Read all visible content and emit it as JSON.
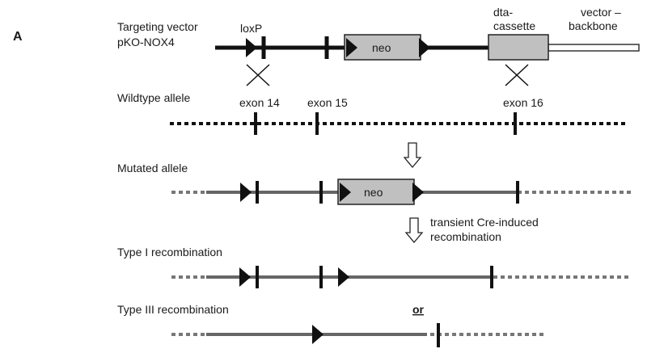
{
  "panel_label": "A",
  "targeting_vector": {
    "title_line1": "Targeting vector",
    "title_line2": "pKO-NOX4",
    "loxp_label": "loxP",
    "neo_label": "neo",
    "dta_label_line1": "dta-",
    "dta_label_line2": "cassette",
    "backbone_label_line1": "vector –",
    "backbone_label_line2": "backbone"
  },
  "wildtype": {
    "title": "Wildtype allele",
    "exon14": "exon 14",
    "exon15": "exon 15",
    "exon16": "exon 16"
  },
  "mutated": {
    "title": "Mutated allele",
    "neo_label": "neo"
  },
  "cre_step": {
    "line1": "transient Cre-induced",
    "line2": "recombination"
  },
  "type1": {
    "title": "Type I recombination"
  },
  "type3": {
    "title": "Type III recombination",
    "or_label": "or"
  }
}
